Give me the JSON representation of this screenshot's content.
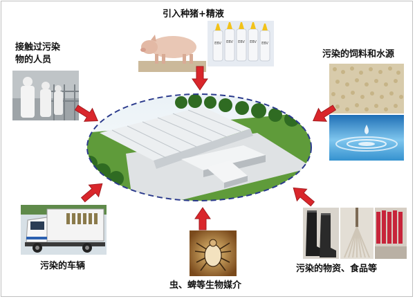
{
  "labels": {
    "top": "引入种猪+精液",
    "top_left_line1": "接触过污染",
    "top_left_line2": "物的人员",
    "top_right": "污染的饲料和水源",
    "bottom_left": "污染的车辆",
    "bottom_center": "虫、蜱等生物媒介",
    "bottom_right": "污染的物资、食品等"
  },
  "bottle_labels": [
    "EBV",
    "EBV",
    "EBV",
    "EBV",
    "EBV"
  ],
  "colors": {
    "arrow_fill": "#d9262b",
    "arrow_stroke": "#a31b1f",
    "ellipse_stroke": "#2b3a8c",
    "grass": "#5f9b3a",
    "water": "#3a9dd8"
  }
}
